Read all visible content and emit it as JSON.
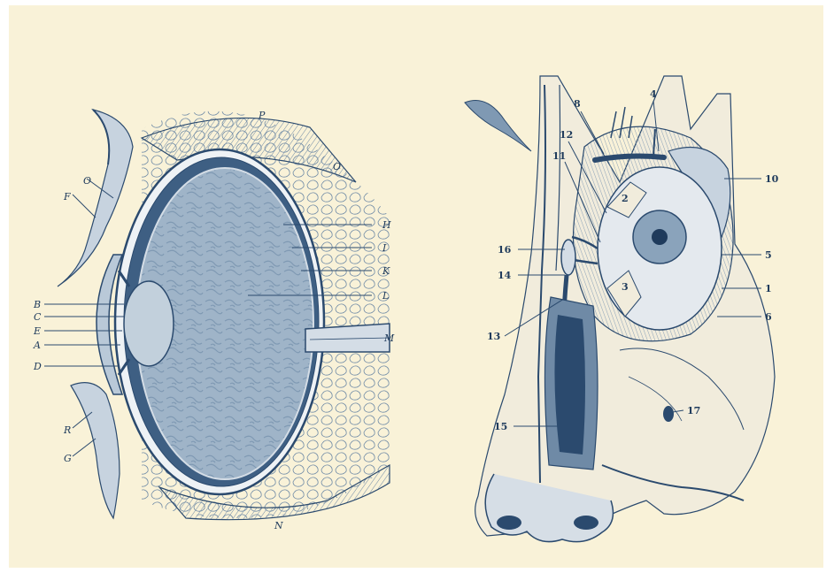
{
  "colors": {
    "paper": "#f9f2d8",
    "ink": "#2b4a6e",
    "ink_dark": "#1f3b5c",
    "wash": "#a9bccf",
    "wash_light": "#d4dde6"
  },
  "left_diagram": {
    "labels": {
      "P": "P",
      "O_top": "O",
      "O_left": "O",
      "F": "F",
      "H": "H",
      "I": "I",
      "K": "K",
      "L": "L",
      "M": "M",
      "B": "B",
      "C": "C",
      "E": "E",
      "A": "A",
      "D": "D",
      "R": "R",
      "G": "G",
      "N": "N"
    }
  },
  "right_diagram": {
    "labels": {
      "n8": "8",
      "n4": "4",
      "n12": "12",
      "n11": "11",
      "n10": "10",
      "n2": "2",
      "n16": "16",
      "n14": "14",
      "n5": "5",
      "n3": "3",
      "n1": "1",
      "n13": "13",
      "n6": "6",
      "n15": "15",
      "n17": "17"
    }
  }
}
